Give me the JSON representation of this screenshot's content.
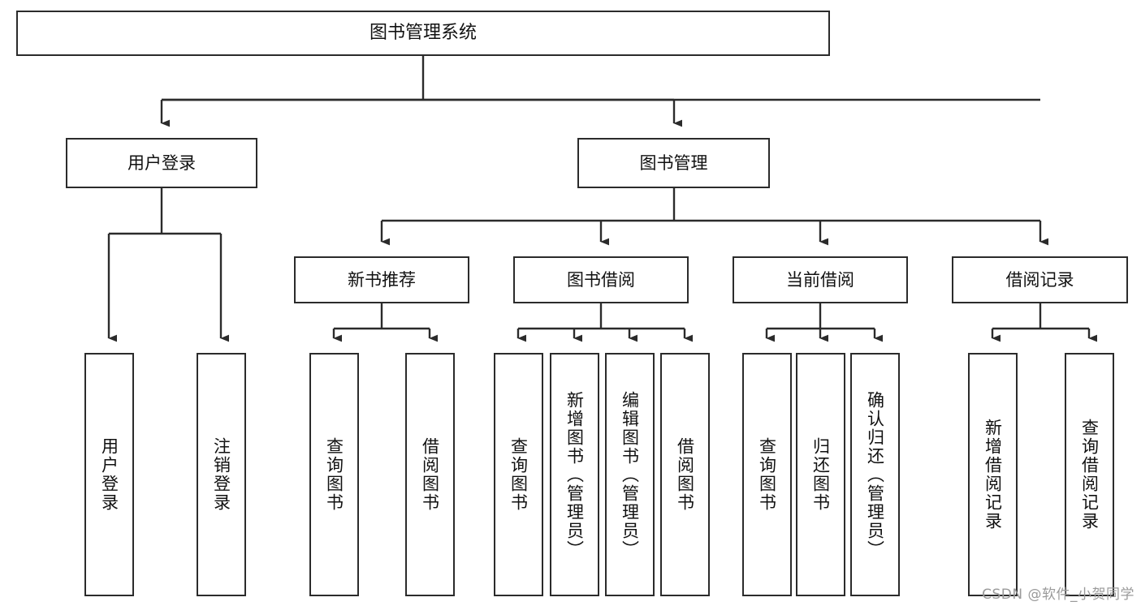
{
  "diagram": {
    "title": "图书管理系统",
    "type": "功能结构图",
    "colors": {
      "box_border": "#2b2b2b",
      "box_fill": "#ffffff",
      "line": "#2b2b2b",
      "text": "#111111",
      "watermark": "#9a9a9a",
      "background": "#ffffff"
    }
  },
  "root": {
    "label": "图书管理系统"
  },
  "level2": [
    {
      "id": "user-login",
      "label": "用户登录"
    },
    {
      "id": "book-manage",
      "label": "图书管理"
    }
  ],
  "level3": [
    {
      "id": "new-book-recommend",
      "label": "新书推荐"
    },
    {
      "id": "book-borrow",
      "label": "图书借阅"
    },
    {
      "id": "current-borrow",
      "label": "当前借阅"
    },
    {
      "id": "borrow-record",
      "label": "借阅记录"
    }
  ],
  "leaves": {
    "user_login": [
      {
        "id": "leaf-user-login",
        "label": "用户登录"
      },
      {
        "id": "leaf-user-logout",
        "label": "注销登录"
      }
    ],
    "new_book_recommend": [
      {
        "id": "leaf-query-book-1",
        "label": "查询图书"
      },
      {
        "id": "leaf-borrow-book-1",
        "label": "借阅图书"
      }
    ],
    "book_borrow": [
      {
        "id": "leaf-query-book-2",
        "label": "查询图书"
      },
      {
        "id": "leaf-add-book",
        "label": "新增图书（管理员）"
      },
      {
        "id": "leaf-edit-book",
        "label": "编辑图书（管理员）"
      },
      {
        "id": "leaf-borrow-book-2",
        "label": "借阅图书"
      }
    ],
    "current_borrow": [
      {
        "id": "leaf-query-book-3",
        "label": "查询图书"
      },
      {
        "id": "leaf-return-book",
        "label": "归还图书"
      },
      {
        "id": "leaf-confirm-return",
        "label": "确认归还（管理员）"
      }
    ],
    "borrow_record": [
      {
        "id": "leaf-add-borrow-record",
        "label": "新增借阅记录"
      },
      {
        "id": "leaf-query-borrow-record",
        "label": "查询借阅记录"
      }
    ]
  },
  "watermark": {
    "text": "CSDN @软件_小贺同学"
  }
}
